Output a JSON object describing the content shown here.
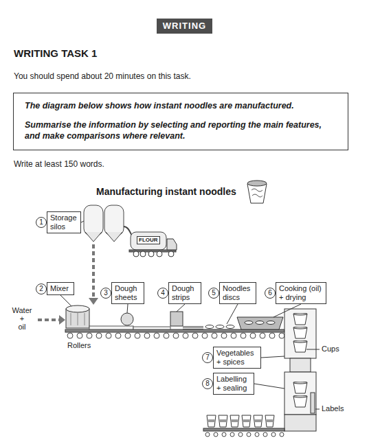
{
  "diagram": {
    "title": "Manufacturing instant noodles",
    "nodes": [
      {
        "text": [
          "WRITING"
        ]
      },
      {
        "text": [
          "The diagram below shows how instant noodles are manufactured.",
          "Summarise the information by selecting and reporting the main features, and make comparisons where relevant."
        ]
      },
      {
        "text": [
          "Storage silos"
        ]
      },
      {
        "text": [
          "Mixer"
        ]
      },
      {
        "text": [
          "Dough sheets"
        ]
      },
      {
        "text": [
          "Dough strips"
        ]
      },
      {
        "text": [
          "Noodles discs"
        ]
      },
      {
        "text": [
          "Cooking (oil) + drying"
        ]
      },
      {
        "text": [
          "Vegetables + spices"
        ]
      },
      {
        "text": [
          "Labelling + sealing"
        ]
      }
    ],
    "labels": [
      "WRITING TASK 1",
      "You should spend about 20 minutes on this task.",
      "Write at least 150 words.",
      "1",
      "FLOUR",
      "2",
      "3",
      "4",
      "5",
      "6",
      "Water + oil",
      "Rollers",
      "Cups",
      "7",
      "8",
      "Labels"
    ]
  }
}
